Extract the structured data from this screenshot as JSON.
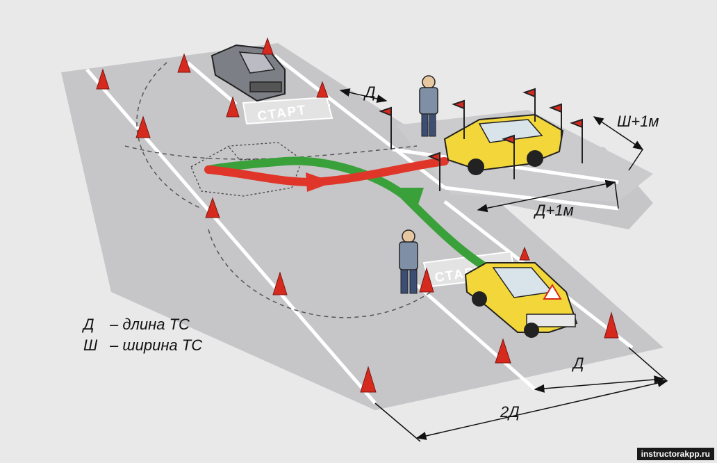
{
  "labels": {
    "d_top": "Д",
    "w_plus_1m": "Ш+1м",
    "d_plus_1m": "Д+1м",
    "d_bottom": "Д",
    "two_d": "2Д",
    "start_top": "СТАРТ",
    "start_bottom": "СТАРТ"
  },
  "legend": [
    {
      "symbol": "Д",
      "text": "– длина ТС"
    },
    {
      "symbol": "Ш",
      "text": "– ширина ТС"
    }
  ],
  "watermark": "instructorakpp.ru",
  "colors": {
    "asphalt": "#c9c9cb",
    "lines": "#ffffff",
    "cone": "#d62a1e",
    "car_yellow": "#f2d63a",
    "car_gray": "#7c7f86",
    "arrow_red": "#e0362a",
    "arrow_green": "#3aa13a"
  }
}
